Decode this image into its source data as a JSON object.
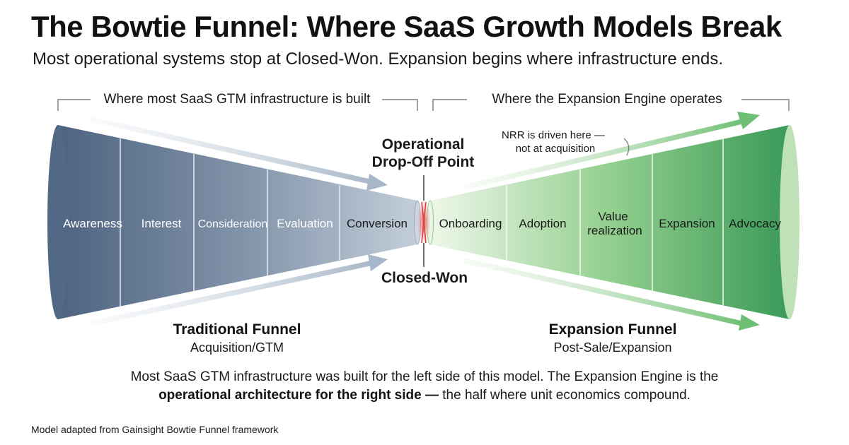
{
  "header": {
    "title": "The Bowtie Funnel: Where SaaS Growth Models Break",
    "subtitle": "Most operational systems stop at Closed-Won. Expansion begins where infrastructure ends."
  },
  "brackets": {
    "left": "Where most SaaS GTM infrastructure is built",
    "right": "Where the Expansion Engine operates"
  },
  "left_funnel": {
    "stages": [
      "Awareness",
      "Interest",
      "Consideration",
      "Evaluation",
      "Conversion"
    ],
    "title": "Traditional Funnel",
    "subtitle": "Acquisition/GTM"
  },
  "right_funnel": {
    "stages": [
      "Onboarding",
      "Adoption",
      "Value\nrealization",
      "Expansion",
      "Advocacy"
    ],
    "title": "Expansion Funnel",
    "subtitle": "Post-Sale/Expansion"
  },
  "center": {
    "top_line1": "Operational",
    "top_line2": "Drop-Off Point",
    "bottom": "Closed-Won"
  },
  "note": {
    "line1": "NRR is driven here —",
    "line2": "not at acquisition"
  },
  "summary": {
    "line1": "Most SaaS GTM infrastructure was built for the left side of this model. The Expansion Engine is the",
    "bold": "operational architecture for the right side —",
    "rest": " the half where unit economics compound."
  },
  "footnote": "Model adapted from Gainsight Bowtie Funnel framework",
  "colors": {
    "left_dark": "#4f6580",
    "left_light": "#b9c6d4",
    "right_light": "#e3f2df",
    "right_dark": "#3a9a57",
    "drop_off": "#e05a5a"
  }
}
